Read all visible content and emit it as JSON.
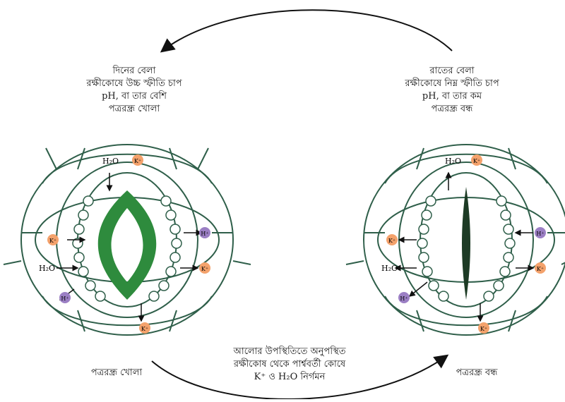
{
  "diagram": {
    "day_label": {
      "line1": "দিনের বেলা",
      "line2": "রক্ষীকোষে উচ্চ স্ফীতি চাপ",
      "line3": "pH, বা তার বেশি",
      "line4": "পত্ররন্ধ্র খোলা"
    },
    "night_label": {
      "line1": "রাতের বেলা",
      "line2": "রক্ষীকোষে নিম্ন স্ফীতি চাপ",
      "line3": "pH, বা তার কম",
      "line4": "পত্ররন্ধ্র বন্ধ"
    },
    "middle_label": {
      "line1": "আলোর উপস্থিতিতে অনুপস্থিত",
      "line2": "রক্ষীকোষ থেকে পার্শ্ববর্তী কোষে",
      "line3": "K⁺ ও H₂O নির্গমন"
    },
    "open_caption": "পত্ররন্ধ্র খোলা",
    "closed_caption": "পত্ররন্ধ্র বন্ধ",
    "water_label": "H₂O",
    "ion_k": "K⁺",
    "ion_h": "H⁺",
    "colors": {
      "cell_outline": "#2f5f4a",
      "open_pore": "#2e8b3d",
      "closed_pore": "#1d3b25",
      "k_ion": "#f4a26c",
      "h_ion": "#9b7fc4",
      "arrow": "#111111"
    }
  }
}
